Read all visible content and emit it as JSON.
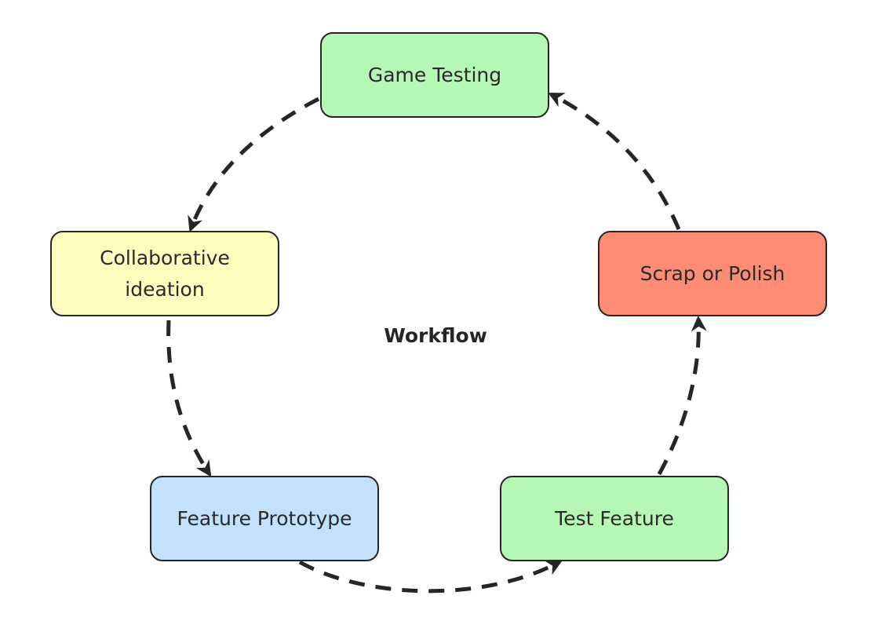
{
  "diagram": {
    "center_label": "Workflow",
    "nodes": [
      {
        "id": "game-testing",
        "label": "Game Testing",
        "fill": "#b6f7b6"
      },
      {
        "id": "ideation",
        "label": "Collaborative ideation",
        "fill": "#fdfdbd"
      },
      {
        "id": "scrap",
        "label": "Scrap or Polish",
        "fill": "#fe8b73"
      },
      {
        "id": "prototype",
        "label": "Feature Prototype",
        "fill": "#c1e1fd"
      },
      {
        "id": "test-feature",
        "label": "Test Feature",
        "fill": "#b6f7b6"
      }
    ],
    "edges": [
      {
        "from": "Game Testing",
        "to": "Collaborative ideation",
        "style": "dashed"
      },
      {
        "from": "Collaborative ideation",
        "to": "Feature Prototype",
        "style": "dashed"
      },
      {
        "from": "Feature Prototype",
        "to": "Test Feature",
        "style": "dashed"
      },
      {
        "from": "Test Feature",
        "to": "Scrap or Polish",
        "style": "dashed"
      },
      {
        "from": "Scrap or Polish",
        "to": "Game Testing",
        "style": "dashed"
      }
    ],
    "colors": {
      "stroke": "#262626",
      "text": "#2a2a2a"
    }
  }
}
